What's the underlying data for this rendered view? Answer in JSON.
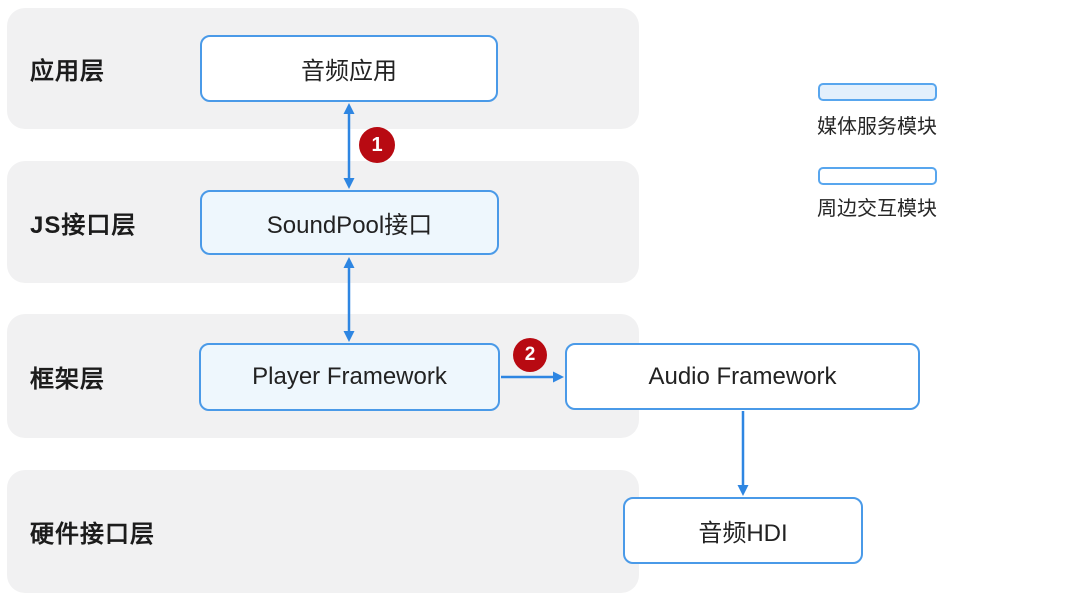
{
  "layers": [
    {
      "id": "app",
      "label": "应用层"
    },
    {
      "id": "js",
      "label": "JS接口层"
    },
    {
      "id": "framework",
      "label": "框架层"
    },
    {
      "id": "hardware",
      "label": "硬件接口层"
    }
  ],
  "nodes": {
    "audio_app": {
      "label": "音频应用",
      "module": "peripheral"
    },
    "soundpool": {
      "label": "SoundPool接口",
      "module": "media"
    },
    "player_fw": {
      "label": "Player Framework",
      "module": "media"
    },
    "audio_fw": {
      "label": "Audio Framework",
      "module": "peripheral"
    },
    "audio_hdi": {
      "label": "音频HDI",
      "module": "peripheral"
    }
  },
  "badges": {
    "step1": "1",
    "step2": "2"
  },
  "legend": [
    {
      "label": "媒体服务模块",
      "swatch": "filled-light-blue"
    },
    {
      "label": "周边交互模块",
      "swatch": "outline-white"
    }
  ],
  "colors": {
    "band_gray": "#f1f1f2",
    "node_border_blue": "#4a9ae8",
    "node_fill_light_blue": "#eef7fd",
    "arrow_blue": "#2e86e2",
    "badge_red": "#b80a12"
  }
}
